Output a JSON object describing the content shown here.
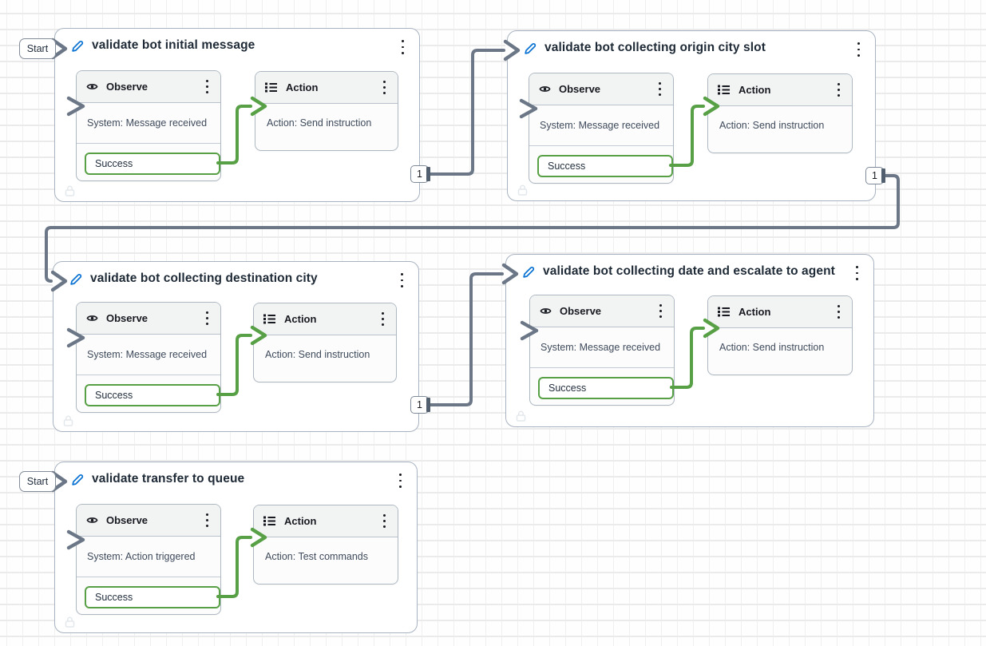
{
  "start_label": "Start",
  "cards": [
    {
      "title": "validate bot initial message",
      "badge": "1",
      "observe": {
        "label": "Observe",
        "event": "System: Message received",
        "port": "Success"
      },
      "action": {
        "label": "Action",
        "command": "Action: Send instruction"
      }
    },
    {
      "title": "validate bot collecting origin city slot",
      "badge": "1",
      "observe": {
        "label": "Observe",
        "event": "System: Message received",
        "port": "Success"
      },
      "action": {
        "label": "Action",
        "command": "Action: Send instruction"
      }
    },
    {
      "title": "validate bot collecting destination city",
      "badge": "1",
      "observe": {
        "label": "Observe",
        "event": "System: Message received",
        "port": "Success"
      },
      "action": {
        "label": "Action",
        "command": "Action: Send instruction"
      }
    },
    {
      "title": "validate bot collecting date and escalate to agent",
      "observe": {
        "label": "Observe",
        "event": "System: Message received",
        "port": "Success"
      },
      "action": {
        "label": "Action",
        "command": "Action: Send instruction"
      }
    },
    {
      "title": "validate transfer to queue",
      "observe": {
        "label": "Observe",
        "event": "System: Action triggered",
        "port": "Success"
      },
      "action": {
        "label": "Action",
        "command": "Action: Test commands"
      }
    }
  ],
  "colors": {
    "success_green": "#58a046",
    "connector_gray": "#6b7787",
    "edit_blue": "#0972d3",
    "card_border": "#a8b3c1"
  }
}
